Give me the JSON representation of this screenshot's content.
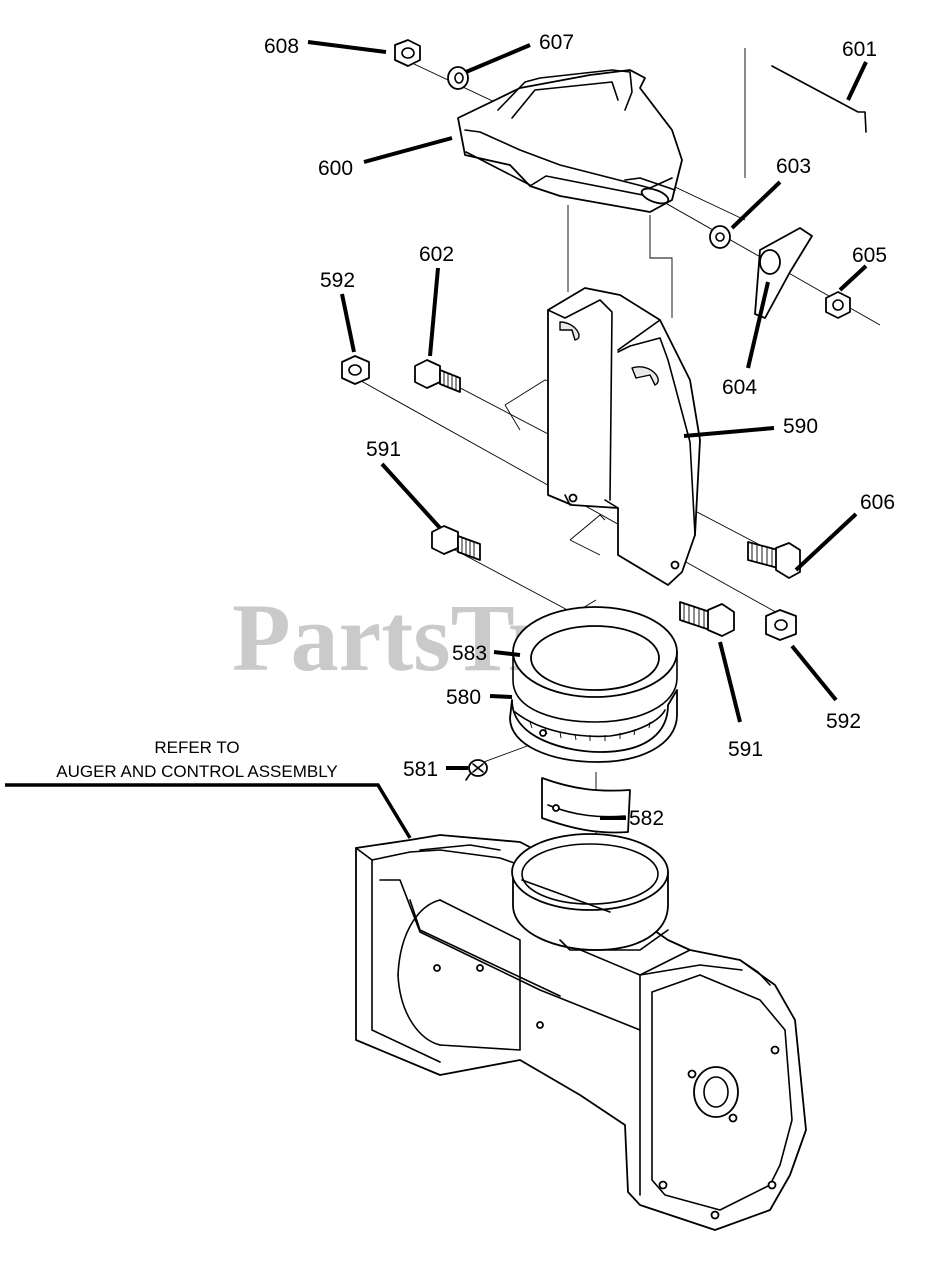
{
  "watermark": "PartsTree",
  "note": {
    "line1": "REFER TO",
    "line2": "AUGER AND CONTROL ASSEMBLY"
  },
  "labels": {
    "p608": "608",
    "p607": "607",
    "p601": "601",
    "p600": "600",
    "p603": "603",
    "p602": "602",
    "p592a": "592",
    "p605": "605",
    "p604": "604",
    "p590": "590",
    "p591a": "591",
    "p606": "606",
    "p583": "583",
    "p580": "580",
    "p591b": "591",
    "p592b": "592",
    "p581": "581",
    "p582": "582"
  },
  "colors": {
    "line": "#000000",
    "watermark": "#b9b9b9",
    "background": "#ffffff"
  }
}
